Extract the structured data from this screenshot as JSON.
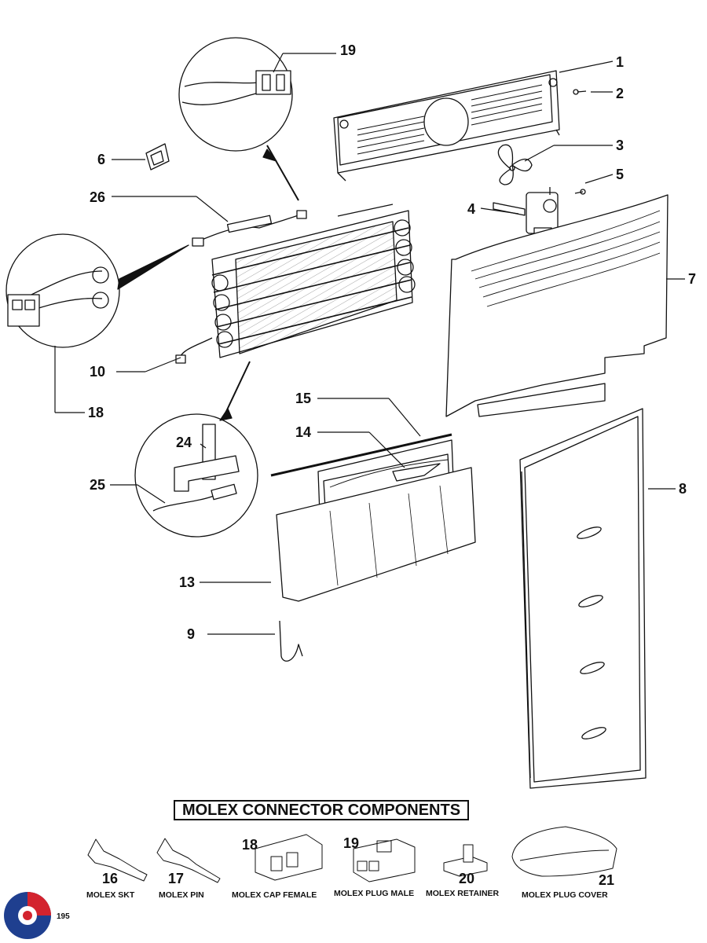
{
  "callouts": {
    "c1": "1",
    "c2": "2",
    "c3": "3",
    "c4": "4",
    "c5": "5",
    "c6": "6",
    "c7": "7",
    "c8": "8",
    "c9": "9",
    "c10": "10",
    "c13": "13",
    "c14": "14",
    "c15": "15",
    "c18": "18",
    "c19": "19",
    "c24": "24",
    "c25": "25",
    "c26": "26"
  },
  "molex": {
    "title": "MOLEX CONNECTOR COMPONENTS",
    "parts": [
      {
        "number": "16",
        "label": "MOLEX SKT"
      },
      {
        "number": "17",
        "label": "MOLEX PIN"
      },
      {
        "number": "18",
        "label": "MOLEX CAP FEMALE"
      },
      {
        "number": "19",
        "label": "MOLEX PLUG MALE"
      },
      {
        "number": "20",
        "label": "MOLEX RETAINER"
      },
      {
        "number": "21",
        "label": "MOLEX PLUG COVER"
      }
    ]
  },
  "page_number": "195",
  "colors": {
    "ink": "#111111",
    "logo_red": "#d3232e",
    "logo_blue": "#1f3f8f"
  }
}
